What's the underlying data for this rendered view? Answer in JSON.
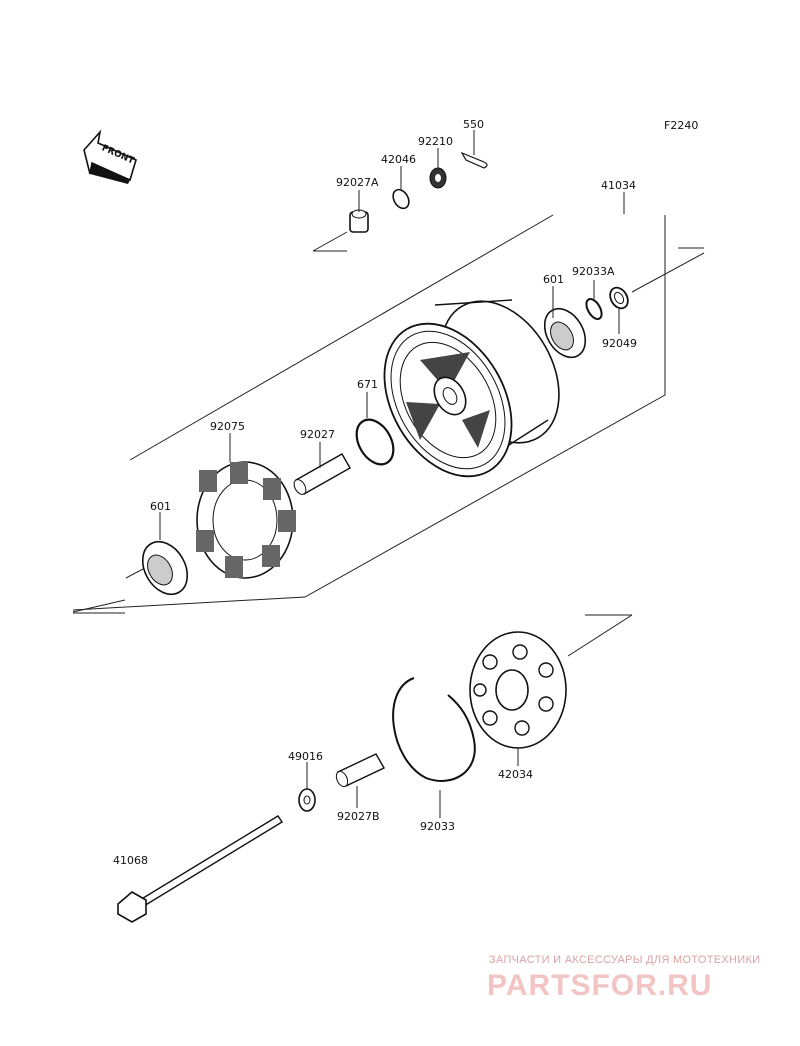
{
  "diagram_code": "F2240",
  "front_label": "FRONT",
  "parts": {
    "p550": "550",
    "p92210": "92210",
    "p42046": "42046",
    "p92027A": "92027A",
    "p41034": "41034",
    "p601_top": "601",
    "p92033A": "92033A",
    "p92049": "92049",
    "p671": "671",
    "p92075": "92075",
    "p92027": "92027",
    "p601_left": "601",
    "p42034": "42034",
    "p49016": "49016",
    "p92027B": "92027B",
    "p92033": "92033",
    "p41068": "41068"
  },
  "watermark": {
    "subtitle": "ЗАПЧАСТИ И АКСЕССУАРЫ ДЛЯ МОТОТЕХНИКИ",
    "brand": "PARTSFOR.RU"
  }
}
